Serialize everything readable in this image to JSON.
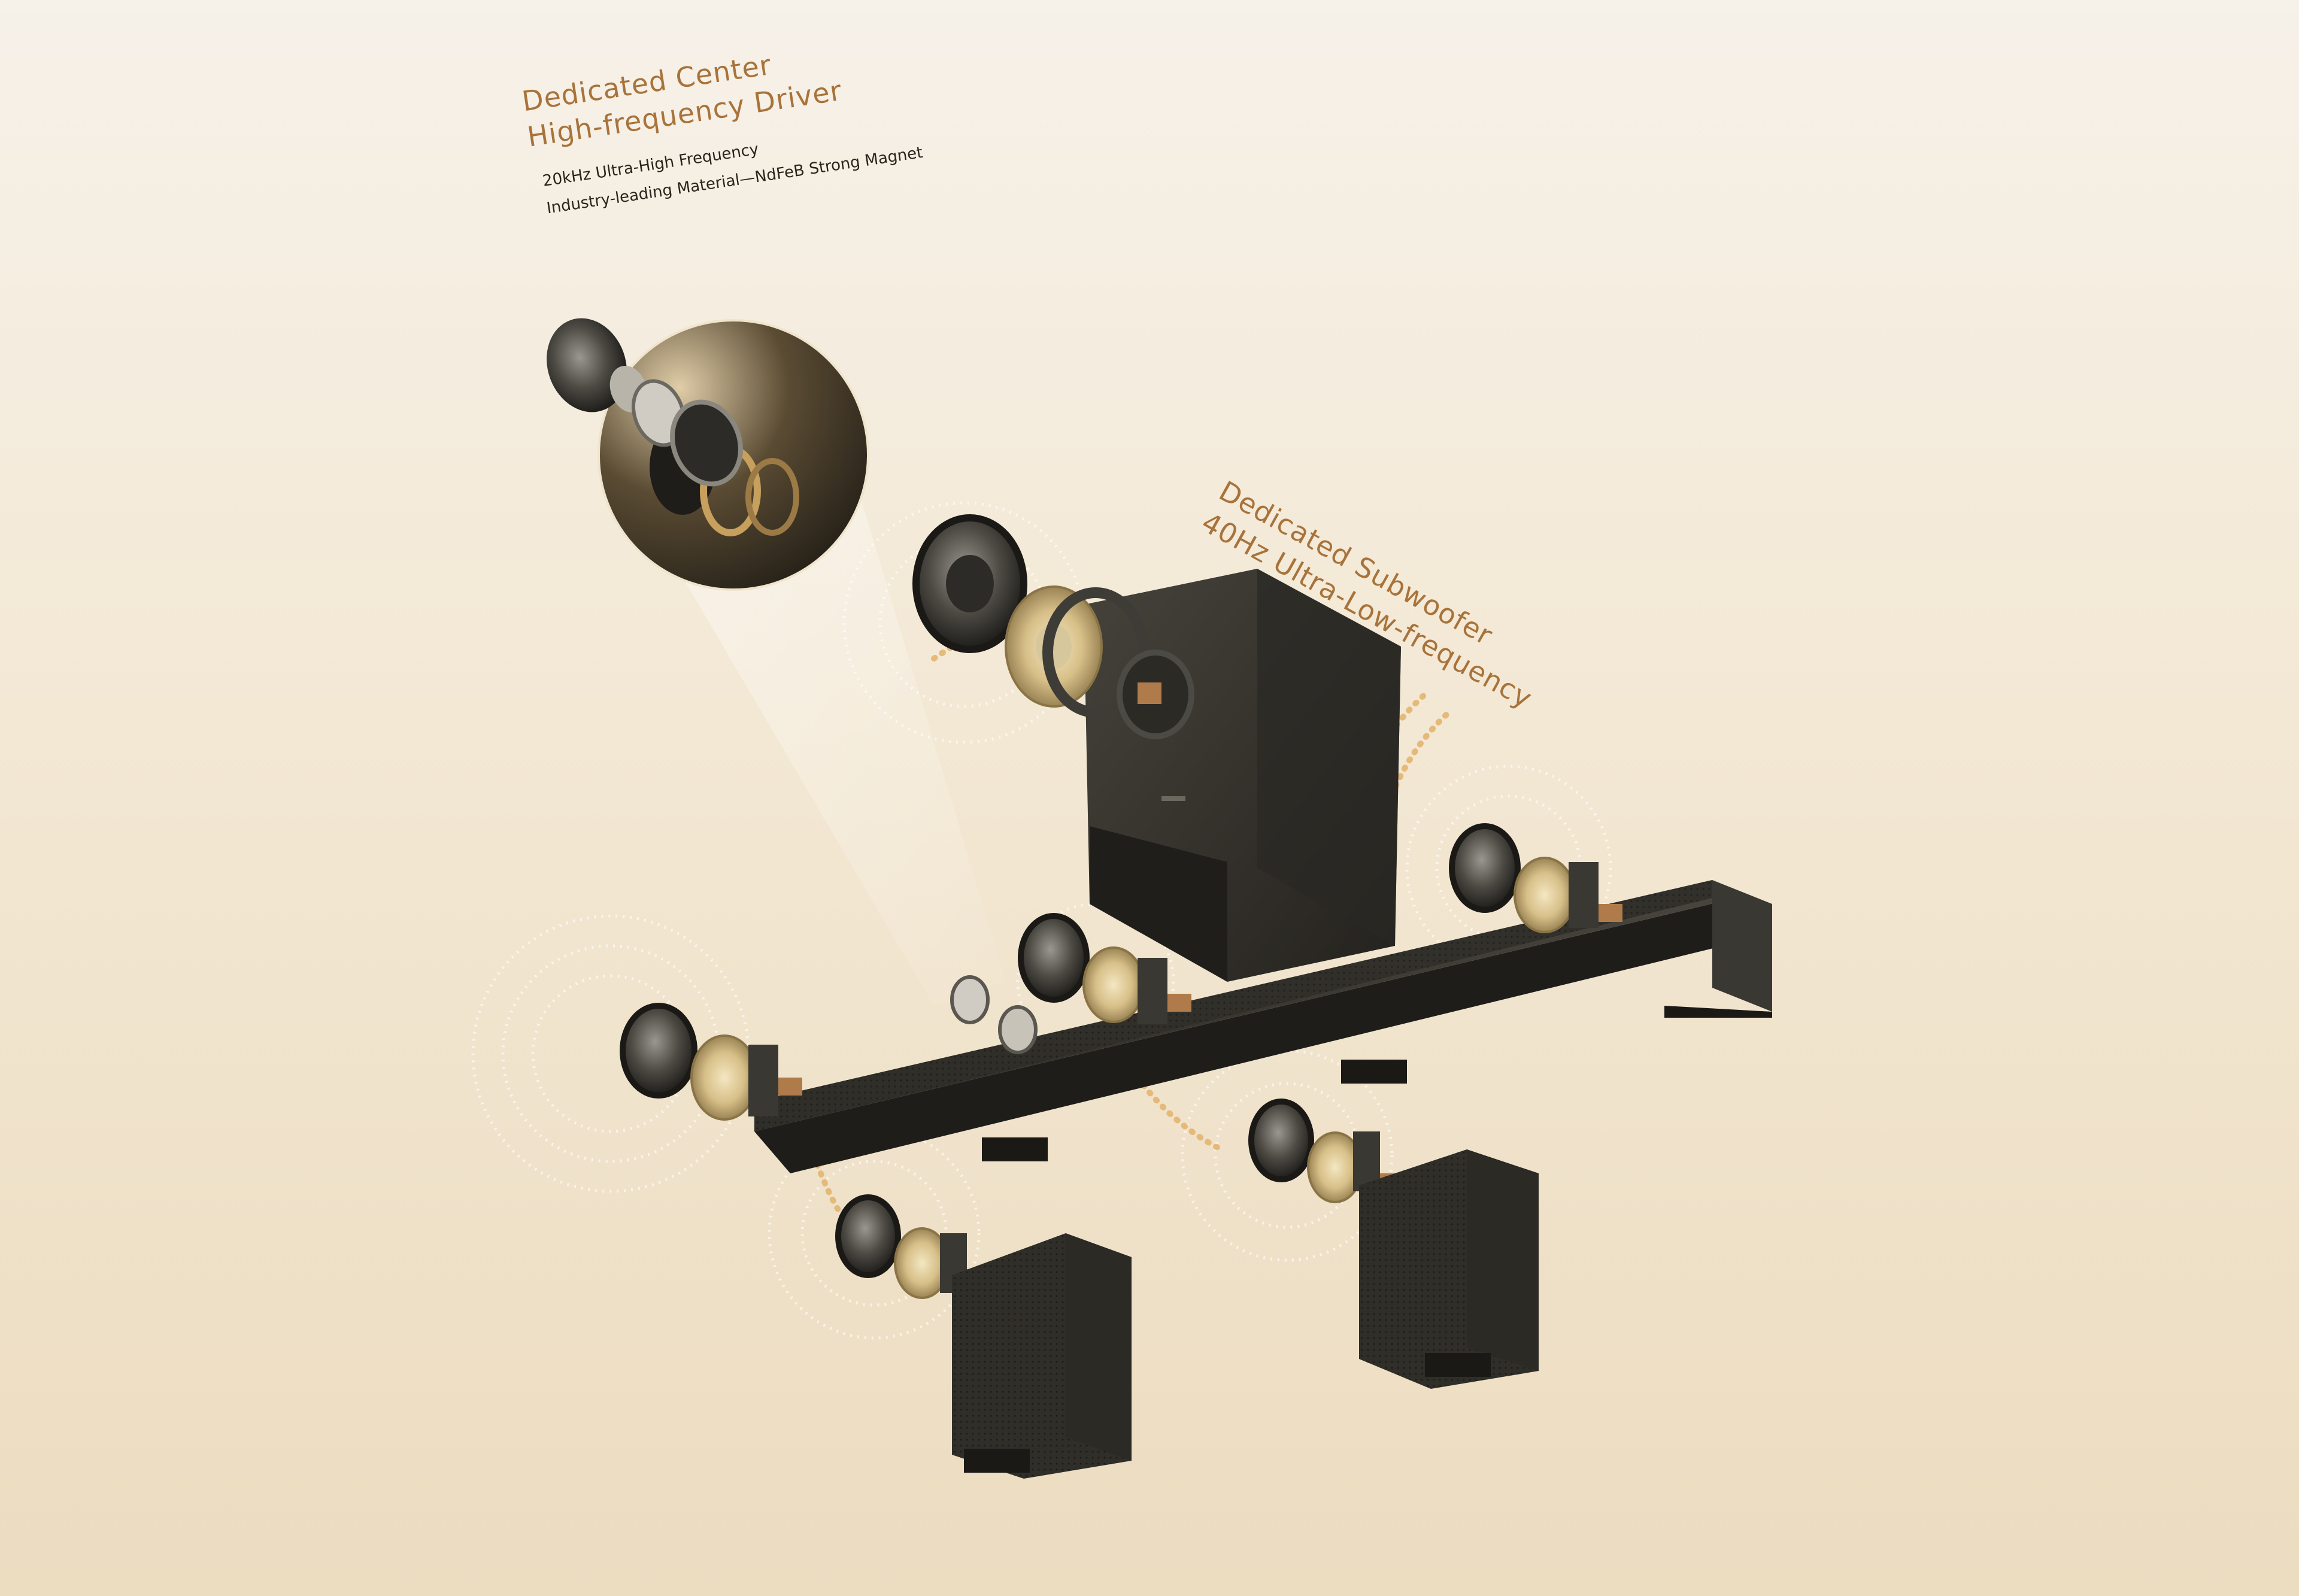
{
  "colors": {
    "background_top": "#f6f1e9",
    "background_bottom": "#ecdcc0",
    "accent_text": "#a8733a",
    "speaker_body": "#2f2d28",
    "sound_particles": "#e3b36a"
  },
  "center_callout": {
    "title_line1": "Dedicated Center",
    "title_line2": "High-frequency Driver",
    "sub_line1": "20kHz Ultra-High Frequency",
    "sub_line2": "Industry-leading Material—NdFeB Strong Magnet"
  },
  "subwoofer_callout": {
    "title_line1": "Dedicated Subwoofer",
    "title_line2": "40Hz Ultra-Low-frequency"
  }
}
